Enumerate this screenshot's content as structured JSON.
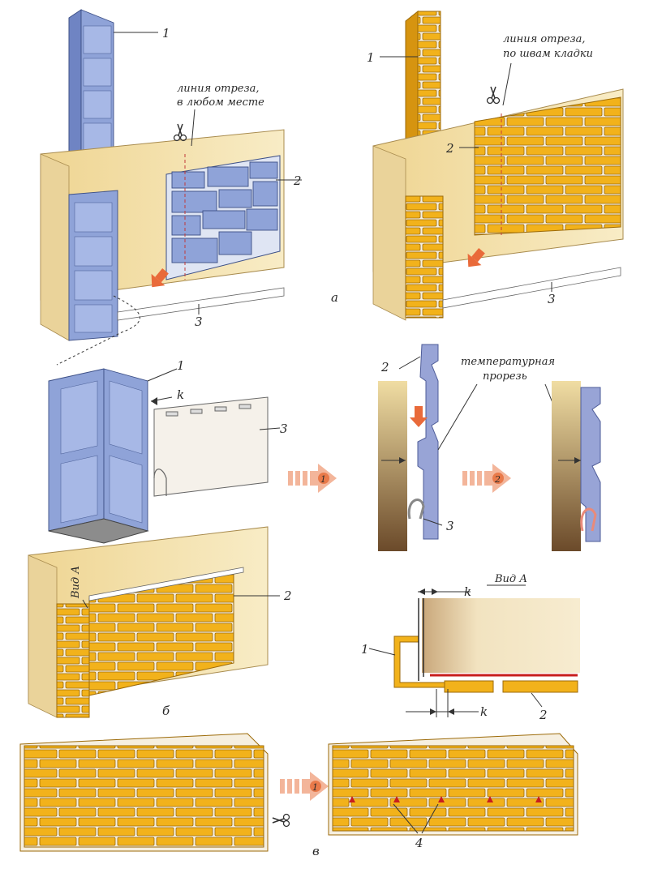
{
  "labels": {
    "cut_line_any_1": "линия отреза,",
    "cut_line_any_2": "в любом месте",
    "cut_line_seams_1": "линия отреза,",
    "cut_line_seams_2": "по швам кладки",
    "thermal_slot_1": "температурная",
    "thermal_slot_2": "прорезь",
    "view_a": "Вид А",
    "k": "k",
    "n1": "1",
    "n2": "2",
    "n3": "3",
    "n4": "4",
    "sec_a": "а",
    "sec_b": "б",
    "sec_v": "в",
    "step1": "1",
    "step2": "2"
  },
  "colors": {
    "brick": "#f2b21b",
    "blue_panel": "#8fa3d8",
    "wall": "#f0dda3",
    "arrow": "#e96a3a",
    "cut_line": "#c23a3a"
  },
  "icons": [
    "scissors-icon",
    "arrow-down-icon",
    "step-arrow-icon"
  ]
}
